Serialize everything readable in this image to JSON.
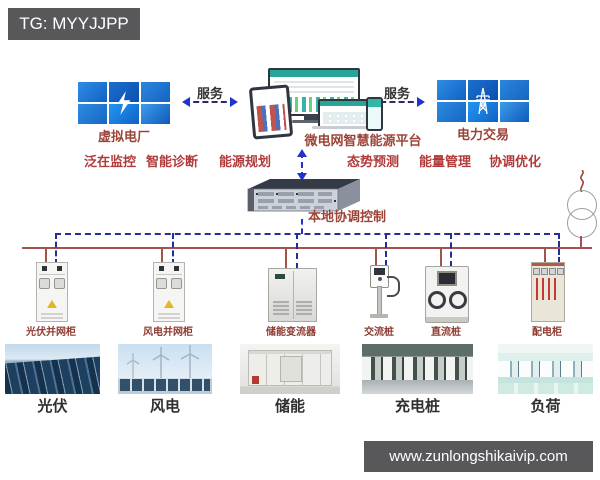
{
  "badge": {
    "text": "TG: MYYJJPP"
  },
  "header": {
    "left_panel": {
      "label": "虚拟电厂",
      "icon": "lightning-icon"
    },
    "right_panel": {
      "label": "电力交易",
      "icon": "transmission-tower-icon"
    },
    "platform_label": "微电网智慧能源平台",
    "service_left": "服务",
    "service_right": "服务"
  },
  "features": [
    "泛在监控",
    "智能诊断",
    "能源规划",
    "态势预测",
    "能量管理",
    "协调优化"
  ],
  "controller": {
    "label": "本地协调控制"
  },
  "devices": [
    {
      "label": "光伏并网柜"
    },
    {
      "label": "风电并网柜"
    },
    {
      "label": "储能变流器"
    },
    {
      "label": "交流桩"
    },
    {
      "label": "直流桩"
    },
    {
      "label": "配电柜"
    }
  ],
  "sources": [
    {
      "label": "光伏"
    },
    {
      "label": "风电"
    },
    {
      "label": "储能"
    },
    {
      "label": "充电桩"
    },
    {
      "label": "负荷"
    }
  ],
  "footer": {
    "url": "www.zunlongshikaivip.com"
  },
  "colors": {
    "power_bus": "#a3524c",
    "comm_bus": "#232d9b",
    "label_red": "#9c4438",
    "feature_red": "#b13b3b",
    "panel_blue": "#1565c0",
    "bar_gray": "#58585a"
  }
}
